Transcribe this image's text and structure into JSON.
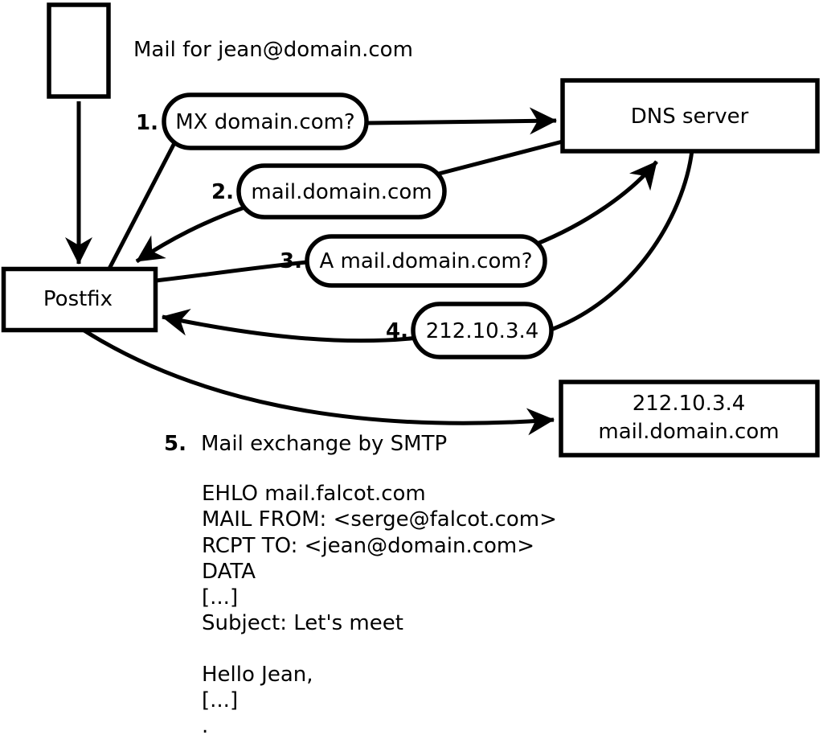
{
  "colors": {
    "background": "#ffffff",
    "line": "#000000",
    "text": "#000000"
  },
  "title": "Mail for jean@domain.com",
  "nodes": {
    "postfix": "Postfix",
    "dns_server": "DNS server",
    "mail_server_line1": "212.10.3.4",
    "mail_server_line2": "mail.domain.com"
  },
  "steps": [
    {
      "num": "1.",
      "label": "MX domain.com?"
    },
    {
      "num": "2.",
      "label": "mail.domain.com"
    },
    {
      "num": "3.",
      "label": "A mail.domain.com?"
    },
    {
      "num": "4.",
      "label": "212.10.3.4"
    },
    {
      "num": "5.",
      "label": "Mail exchange by SMTP"
    }
  ],
  "smtp_session": {
    "lines": [
      "EHLO mail.falcot.com",
      "MAIL FROM: <serge@falcot.com>",
      "RCPT TO: <jean@domain.com>",
      "DATA",
      "[...]",
      "Subject: Let's meet",
      "",
      "Hello Jean,",
      "[...]",
      "."
    ]
  }
}
